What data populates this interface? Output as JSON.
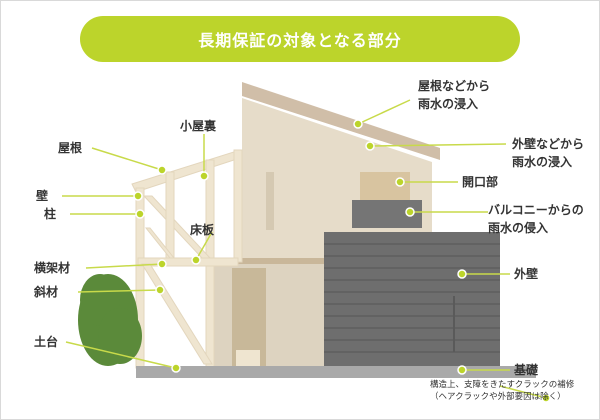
{
  "title": "長期保証の対象となる部分",
  "colors": {
    "accent": "#bcd42b",
    "leader_line": "#c8da4a",
    "dot": "#bcd42b",
    "wall": "#e6dcc9",
    "roof": "#d0bea8",
    "frame": "#efe5d0",
    "siding": "#6e6e6e",
    "foundation": "#a9a9a9",
    "shrub": "#5b8a3a"
  },
  "labels": {
    "yane": "屋根",
    "koyaura": "小屋裏",
    "kabe": "壁",
    "hashira": "柱",
    "yukaita": "床板",
    "yokogazai": "横架材",
    "shazai": "斜材",
    "dodai": "土台",
    "roof_leak_1": "屋根などから",
    "roof_leak_2": "雨水の浸入",
    "wall_leak_1": "外壁などから",
    "wall_leak_2": "雨水の浸入",
    "opening": "開口部",
    "balcony_leak_1": "バルコニーからの",
    "balcony_leak_2": "雨水の侵入",
    "gaiheki": "外壁",
    "kiso": "基礎",
    "note_1": "構造上、支障をきたすクラックの補修",
    "note_2": "（ヘアクラックや外部要因は除く）"
  }
}
